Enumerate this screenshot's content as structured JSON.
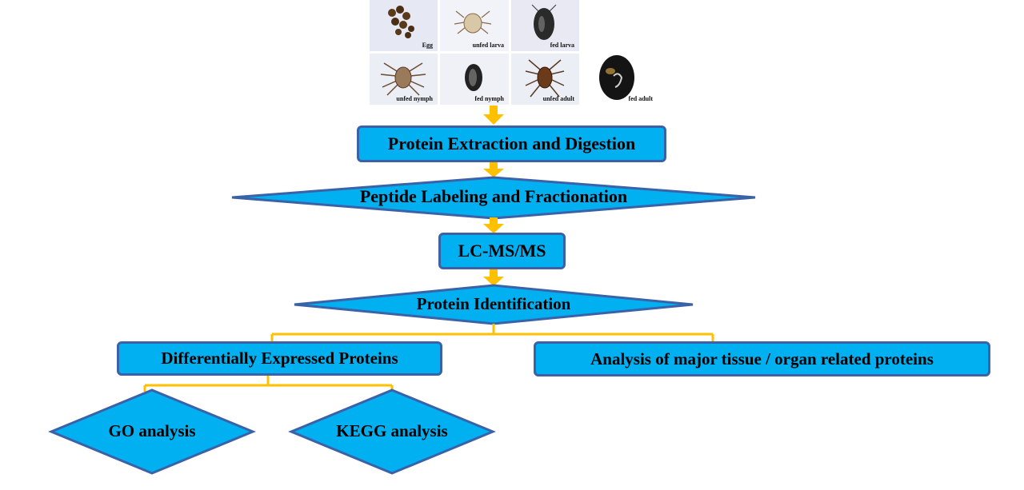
{
  "colors": {
    "box_fill": "#00b0f0",
    "box_border": "#3a62a8",
    "arrow": "#ffc000"
  },
  "stages": [
    {
      "label": "Egg"
    },
    {
      "label": "unfed larva"
    },
    {
      "label": "fed larva"
    },
    {
      "label": "unfed nymph"
    },
    {
      "label": "fed nymph"
    },
    {
      "label": "unfed adult"
    },
    {
      "label": "fed adult"
    }
  ],
  "steps": {
    "extraction": "Protein Extraction and Digestion",
    "labeling": "Peptide Labeling and Fractionation",
    "lcms": "LC-MS/MS",
    "identification": "Protein Identification",
    "dep": "Differentially  Expressed Proteins",
    "tissue": "Analysis of major tissue / organ related proteins",
    "go": "GO analysis",
    "kegg": "KEGG analysis"
  }
}
